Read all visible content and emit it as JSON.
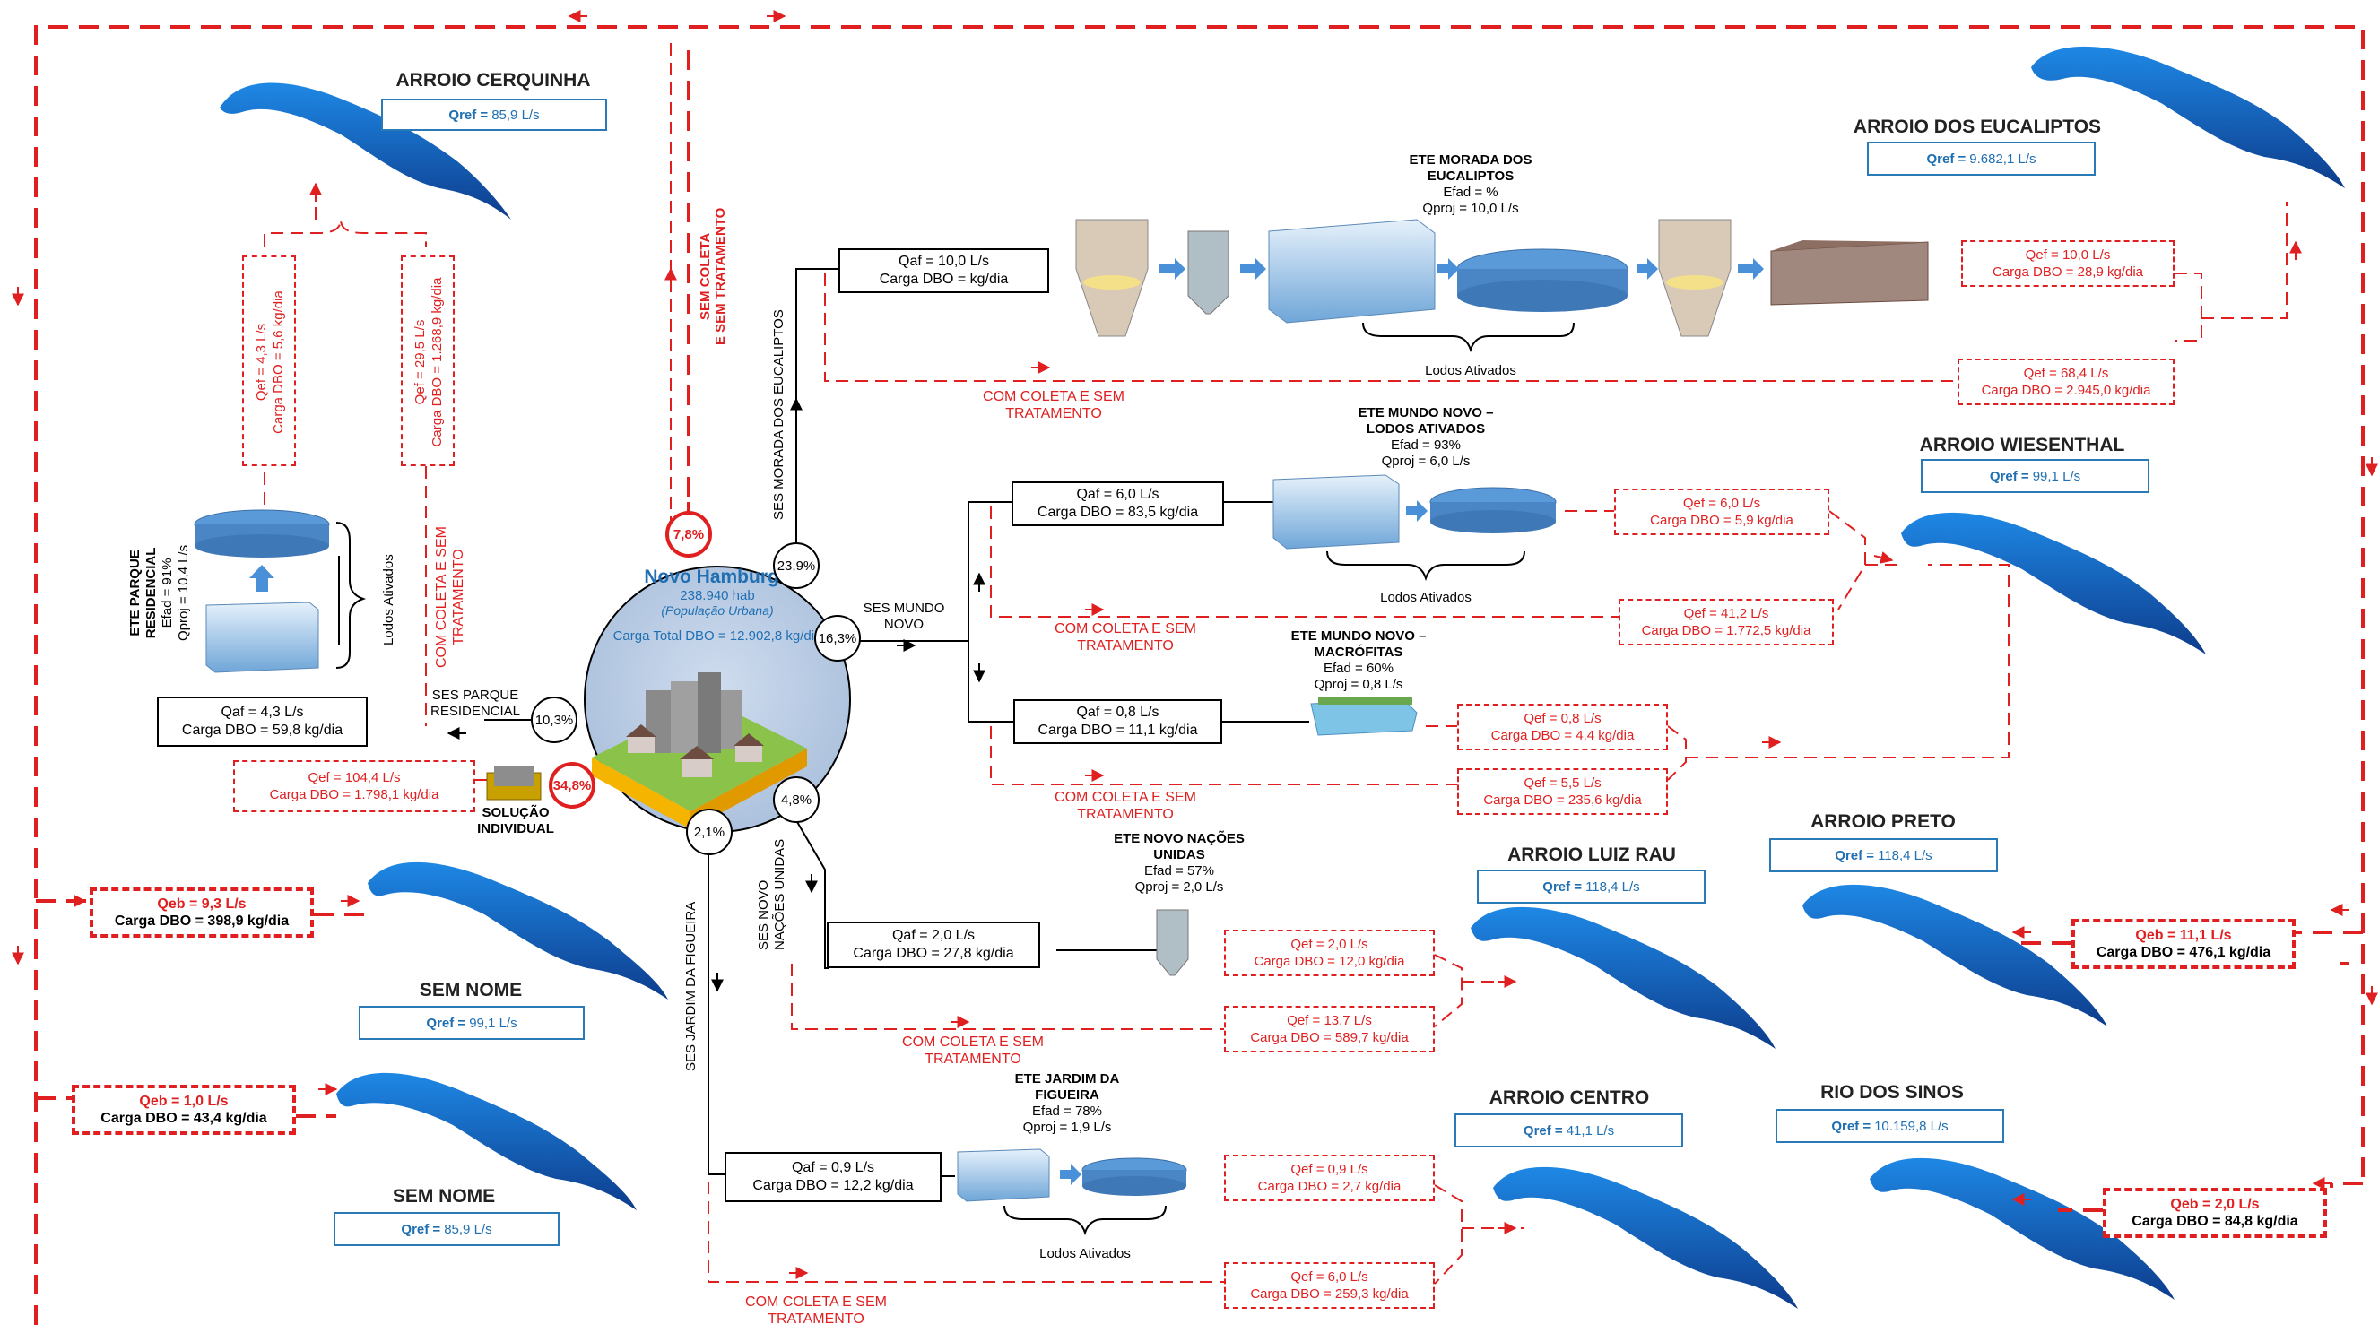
{
  "colors": {
    "red": "#e02020",
    "blue": "#1f6fb2",
    "wave": "#1565c0",
    "hub": "#b9cde6"
  },
  "hub": {
    "title": "Novo Hamburgo",
    "pop": "238.940 hab",
    "pop_note": "(População Urbana)",
    "carga": "Carga Total DBO = 12.902,8 kg/dia"
  },
  "percents": {
    "sem_coleta": "7,8%",
    "morada": "23,9%",
    "mundo": "16,3%",
    "parque": "10,3%",
    "individual": "34,8%",
    "nacoes": "4,8%",
    "jardim": "2,1%"
  },
  "ses_labels": {
    "morada": "SES MORADA DOS EUCALIPTOS",
    "mundo_1": "SES MUNDO",
    "mundo_2": "NOVO",
    "parque_1": "SES PARQUE",
    "parque_2": "RESIDENCIAL",
    "nacoes_1": "SES NOVO",
    "nacoes_2": "NAÇÕES UNIDAS",
    "jardim": "SES JARDIM DA FIGUEIRA",
    "sem_coleta_1": "SEM COLETA",
    "sem_coleta_2": "E SEM TRATAMENTO"
  },
  "com_coleta": {
    "line1": "COM COLETA E SEM",
    "line2": "TRATAMENTO"
  },
  "lodos": "Lodos Ativados",
  "solucao": {
    "line1": "SOLUÇÃO",
    "line2": "INDIVIDUAL"
  },
  "influent_boxes": {
    "morada": {
      "q": "Qaf = 10,0 L/s",
      "c": "Carga DBO =  kg/dia"
    },
    "mundo_lodos": {
      "q": "Qaf = 6,0 L/s",
      "c": "Carga DBO = 83,5 kg/dia"
    },
    "mundo_macro": {
      "q": "Qaf = 0,8 L/s",
      "c": "Carga DBO = 11,1 kg/dia"
    },
    "parque": {
      "q": "Qaf = 4,3 L/s",
      "c": "Carga DBO = 59,8 kg/dia"
    },
    "nacoes": {
      "q": "Qaf = 2,0 L/s",
      "c": "Carga DBO = 27,8 kg/dia"
    },
    "jardim": {
      "q": "Qaf = 0,9 L/s",
      "c": "Carga DBO = 12,2 kg/dia"
    }
  },
  "ete": {
    "morada": {
      "t1": "ETE MORADA DOS",
      "t2": "EUCALIPTOS",
      "efad": "Efad = %",
      "qproj": "Qproj = 10,0 L/s"
    },
    "mundo_lodos": {
      "t1": "ETE MUNDO NOVO –",
      "t2": "LODOS ATIVADOS",
      "efad": "Efad = 93%",
      "qproj": "Qproj = 6,0 L/s"
    },
    "mundo_macro": {
      "t1": "ETE MUNDO NOVO –",
      "t2": "MACRÓFITAS",
      "efad": "Efad = 60%",
      "qproj": "Qproj = 0,8 L/s"
    },
    "parque": {
      "t1": "ETE PARQUE",
      "t2": "RESIDENCIAL",
      "efad": "Efad = 91%",
      "qproj": "Qproj = 10,4 L/s"
    },
    "nacoes": {
      "t1": "ETE NOVO NAÇÕES",
      "t2": "UNIDAS",
      "efad": "Efad = 57%",
      "qproj": "Qproj = 2,0 L/s"
    },
    "jardim": {
      "t1": "ETE JARDIM DA",
      "t2": "FIGUEIRA",
      "efad": "Efad = 78%",
      "qproj": "Qproj = 1,9 L/s"
    }
  },
  "effluents": {
    "morada_trat": {
      "q": "Qef = 10,0 L/s",
      "c": "Carga DBO = 28,9 kg/dia"
    },
    "morada_sem": {
      "q": "Qef = 68,4 L/s",
      "c": "Carga DBO = 2.945,0 kg/dia"
    },
    "mundo_trat": {
      "q": "Qef = 6,0 L/s",
      "c": "Carga DBO = 5,9 kg/dia"
    },
    "mundo_sem": {
      "q": "Qef = 41,2 L/s",
      "c": "Carga DBO = 1.772,5 kg/dia"
    },
    "macro_trat": {
      "q": "Qef = 0,8 L/s",
      "c": "Carga DBO = 4,4 kg/dia"
    },
    "macro_sem": {
      "q": "Qef = 5,5 L/s",
      "c": "Carga DBO = 235,6 kg/dia"
    },
    "nacoes_trat": {
      "q": "Qef = 2,0 L/s",
      "c": "Carga DBO = 12,0 kg/dia"
    },
    "nacoes_sem": {
      "q": "Qef = 13,7 L/s",
      "c": "Carga DBO = 589,7 kg/dia"
    },
    "jardim_trat": {
      "q": "Qef = 0,9 L/s",
      "c": "Carga DBO = 2,7 kg/dia"
    },
    "jardim_sem": {
      "q": "Qef = 6,0 L/s",
      "c": "Carga DBO = 259,3 kg/dia"
    },
    "individual": {
      "q": "Qef = 104,4 L/s",
      "c": "Carga DBO = 1.798,1 kg/dia"
    },
    "parque_trat": {
      "q": "Qef = 4,3 L/s",
      "c": "Carga DBO = 5,6 kg/dia"
    },
    "parque_sem": {
      "q": "Qef = 29,5 L/s",
      "c": "Carga DBO = 1.268,9 kg/dia"
    }
  },
  "external": {
    "sem_nome_1": {
      "q": "Qeb = 9,3 L/s",
      "c": "Carga DBO = 398,9 kg/dia"
    },
    "sem_nome_2": {
      "q": "Qeb = 1,0 L/s",
      "c": "Carga DBO = 43,4 kg/dia"
    },
    "preto": {
      "q": "Qeb = 11,1 L/s",
      "c": "Carga DBO = 476,1 kg/dia"
    },
    "sinos": {
      "q": "Qeb = 2,0 L/s",
      "c": "Carga DBO = 84,8 kg/dia"
    }
  },
  "rivers": {
    "cerquinha": {
      "name": "ARROIO CERQUINHA",
      "qlabel": "Qref =",
      "qval": "85,9 L/s"
    },
    "eucaliptos": {
      "name": "ARROIO DOS EUCALIPTOS",
      "qlabel": "Qref =",
      "qval": "9.682,1 L/s"
    },
    "wiesenthal": {
      "name": "ARROIO WIESENTHAL",
      "qlabel": "Qref =",
      "qval": "99,1 L/s"
    },
    "luiz_rau": {
      "name": "ARROIO LUIZ RAU",
      "qlabel": "Qref =",
      "qval": "118,4  L/s"
    },
    "preto": {
      "name": "ARROIO PRETO",
      "qlabel": "Qref =",
      "qval": "118,4 L/s"
    },
    "centro": {
      "name": "ARROIO CENTRO",
      "qlabel": "Qref =",
      "qval": "41,1 L/s"
    },
    "sinos": {
      "name": "RIO DOS SINOS",
      "qlabel": "Qref =",
      "qval": "10.159,8 L/s"
    },
    "sem_nome_1": {
      "name": "SEM NOME",
      "qlabel": "Qref =",
      "qval": "99,1 L/s"
    },
    "sem_nome_2": {
      "name": "SEM NOME",
      "qlabel": "Qref =",
      "qval": "85,9 L/s"
    }
  }
}
